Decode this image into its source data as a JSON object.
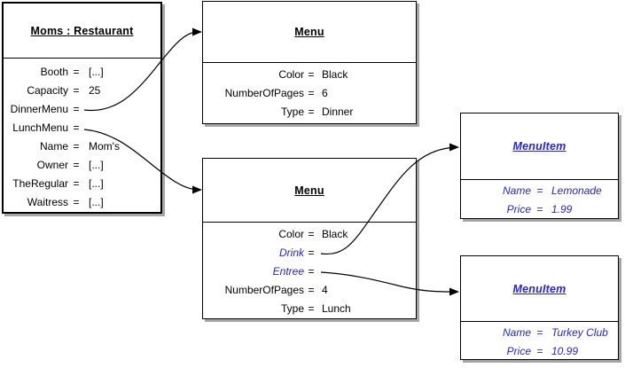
{
  "symbols": {
    "equals": "="
  },
  "colors": {
    "border": "#000000",
    "shadow": "#a6a6a6",
    "accent_blue": "#2424d6",
    "background": "#ffffff"
  },
  "boxes": {
    "restaurant": {
      "title": "Moms : Restaurant",
      "attributes": [
        {
          "name": "Booth",
          "value": "[...]"
        },
        {
          "name": "Capacity",
          "value": "25"
        },
        {
          "name": "DinnerMenu",
          "value": ""
        },
        {
          "name": "LunchMenu",
          "value": ""
        },
        {
          "name": "Name",
          "value": "Mom's"
        },
        {
          "name": "Owner",
          "value": "[...]"
        },
        {
          "name": "TheRegular",
          "value": "[...]"
        },
        {
          "name": "Waitress",
          "value": "[...]"
        }
      ]
    },
    "dinner_menu": {
      "title": "Menu",
      "attributes": [
        {
          "name": "Color",
          "value": "Black"
        },
        {
          "name": "NumberOfPages",
          "value": "6"
        },
        {
          "name": "Type",
          "value": "Dinner"
        }
      ]
    },
    "lunch_menu": {
      "title": "Menu",
      "attributes": [
        {
          "name": "Color",
          "value": "Black"
        },
        {
          "name": "Drink",
          "value": ""
        },
        {
          "name": "Entree",
          "value": ""
        },
        {
          "name": "NumberOfPages",
          "value": "4"
        },
        {
          "name": "Type",
          "value": "Lunch"
        }
      ]
    },
    "menuitem_lemonade": {
      "title": "MenuItem",
      "attributes": [
        {
          "name": "Name",
          "value": "Lemonade"
        },
        {
          "name": "Price",
          "value": "1.99"
        }
      ]
    },
    "menuitem_turkeyclub": {
      "title": "MenuItem",
      "attributes": [
        {
          "name": "Name",
          "value": "Turkey Club"
        },
        {
          "name": "Price",
          "value": "10.99"
        }
      ]
    }
  },
  "links": [
    {
      "from": "Moms.DinnerMenu",
      "to": "Menu (Dinner)"
    },
    {
      "from": "Moms.LunchMenu",
      "to": "Menu (Lunch)"
    },
    {
      "from": "Menu.Drink",
      "to": "MenuItem (Lemonade)"
    },
    {
      "from": "Menu.Entree",
      "to": "MenuItem (Turkey Club)"
    }
  ]
}
